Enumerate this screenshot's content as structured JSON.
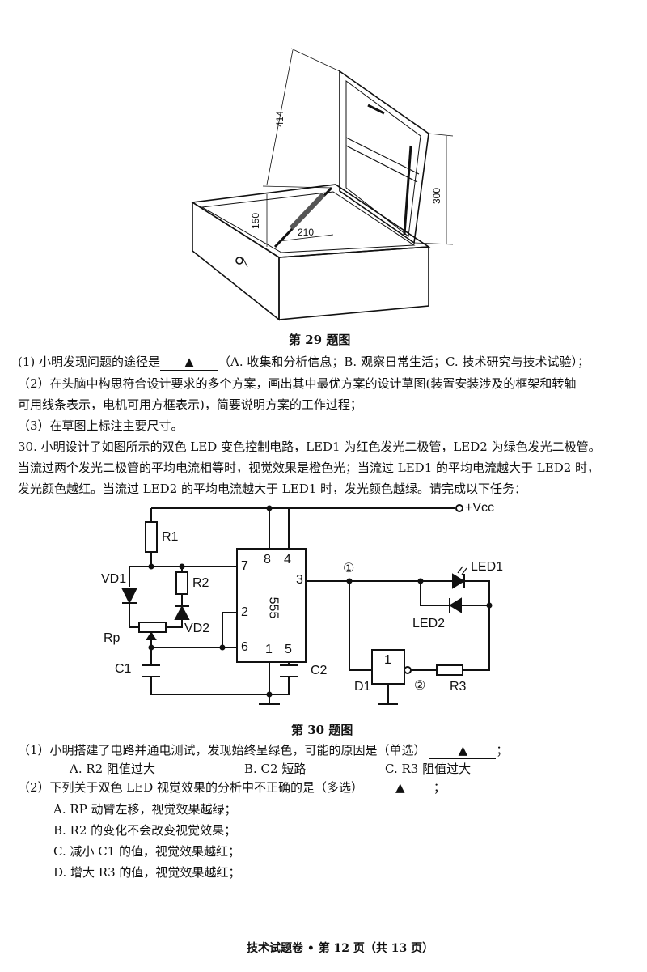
{
  "figure29": {
    "caption": "第 29 题图",
    "dimensions": {
      "d414": "414",
      "d300": "300",
      "d150": "150",
      "d210": "210"
    }
  },
  "q29": {
    "sub1_prefix": "(1) 小明发现问题的途径是",
    "sub1_blank": "▲",
    "sub1_options": "（A. 收集和分析信息；B. 观察日常生活；C. 技术研究与技术试验）；",
    "sub2_line1": "（2）在头脑中构思符合设计要求的多个方案，画出其中最优方案的设计草图(装置安装涉及的框架和转轴",
    "sub2_line2": "可用线条表示，电机可用方框表示)，简要说明方案的工作过程；",
    "sub3": "（3）在草图上标注主要尺寸。"
  },
  "q30": {
    "intro_line1": "30. 小明设计了如图所示的双色 LED 变色控制电路，LED1 为红色发光二极管，LED2 为绿色发光二极管。",
    "intro_line2": "当流过两个发光二极管的平均电流相等时，视觉效果是橙色光；当流过 LED1 的平均电流越大于 LED2 时，",
    "intro_line3": "发光颜色越红。当流过 LED2 的平均电流越大于 LED1 时，发光颜色越绿。请完成以下任务：",
    "circuit_labels": {
      "vcc": "+Vcc",
      "r1": "R1",
      "r2": "R2",
      "vd1": "VD1",
      "vd2": "VD2",
      "rp": "Rp",
      "c1": "C1",
      "c2": "C2",
      "chip": "555",
      "pin8": "8",
      "pin4": "4",
      "pin7": "7",
      "pin3": "3",
      "pin2": "2",
      "pin6": "6",
      "pin1": "1",
      "pin5": "5",
      "node1": "①",
      "node2": "②",
      "led1": "LED1",
      "led2": "LED2",
      "gate": "1",
      "d1": "D1",
      "r3": "R3"
    },
    "caption": "第 30 题图",
    "sub1_prefix": "（1）小明搭建了电路并通电测试，发现始终呈绿色，可能的原因是（单选）",
    "sub1_blank": "▲",
    "sub1_end": "；",
    "sub1_options": [
      "A. R2 阻值过大",
      "B. C2 短路",
      "C. R3 阻值过大"
    ],
    "sub2_prefix": "（2）下列关于双色 LED 视觉效果的分析中不正确的是（多选）",
    "sub2_blank": "▲",
    "sub2_end": "；",
    "sub2_options": [
      "A. RP 动臂左移，视觉效果越绿；",
      "B. R2 的变化不会改变视觉效果；",
      "C. 减小 C1 的值，视觉效果越红；",
      "D. 增大 R3 的值，视觉效果越红；"
    ]
  },
  "footer": "技术试题卷 • 第 12 页（共 13 页）"
}
